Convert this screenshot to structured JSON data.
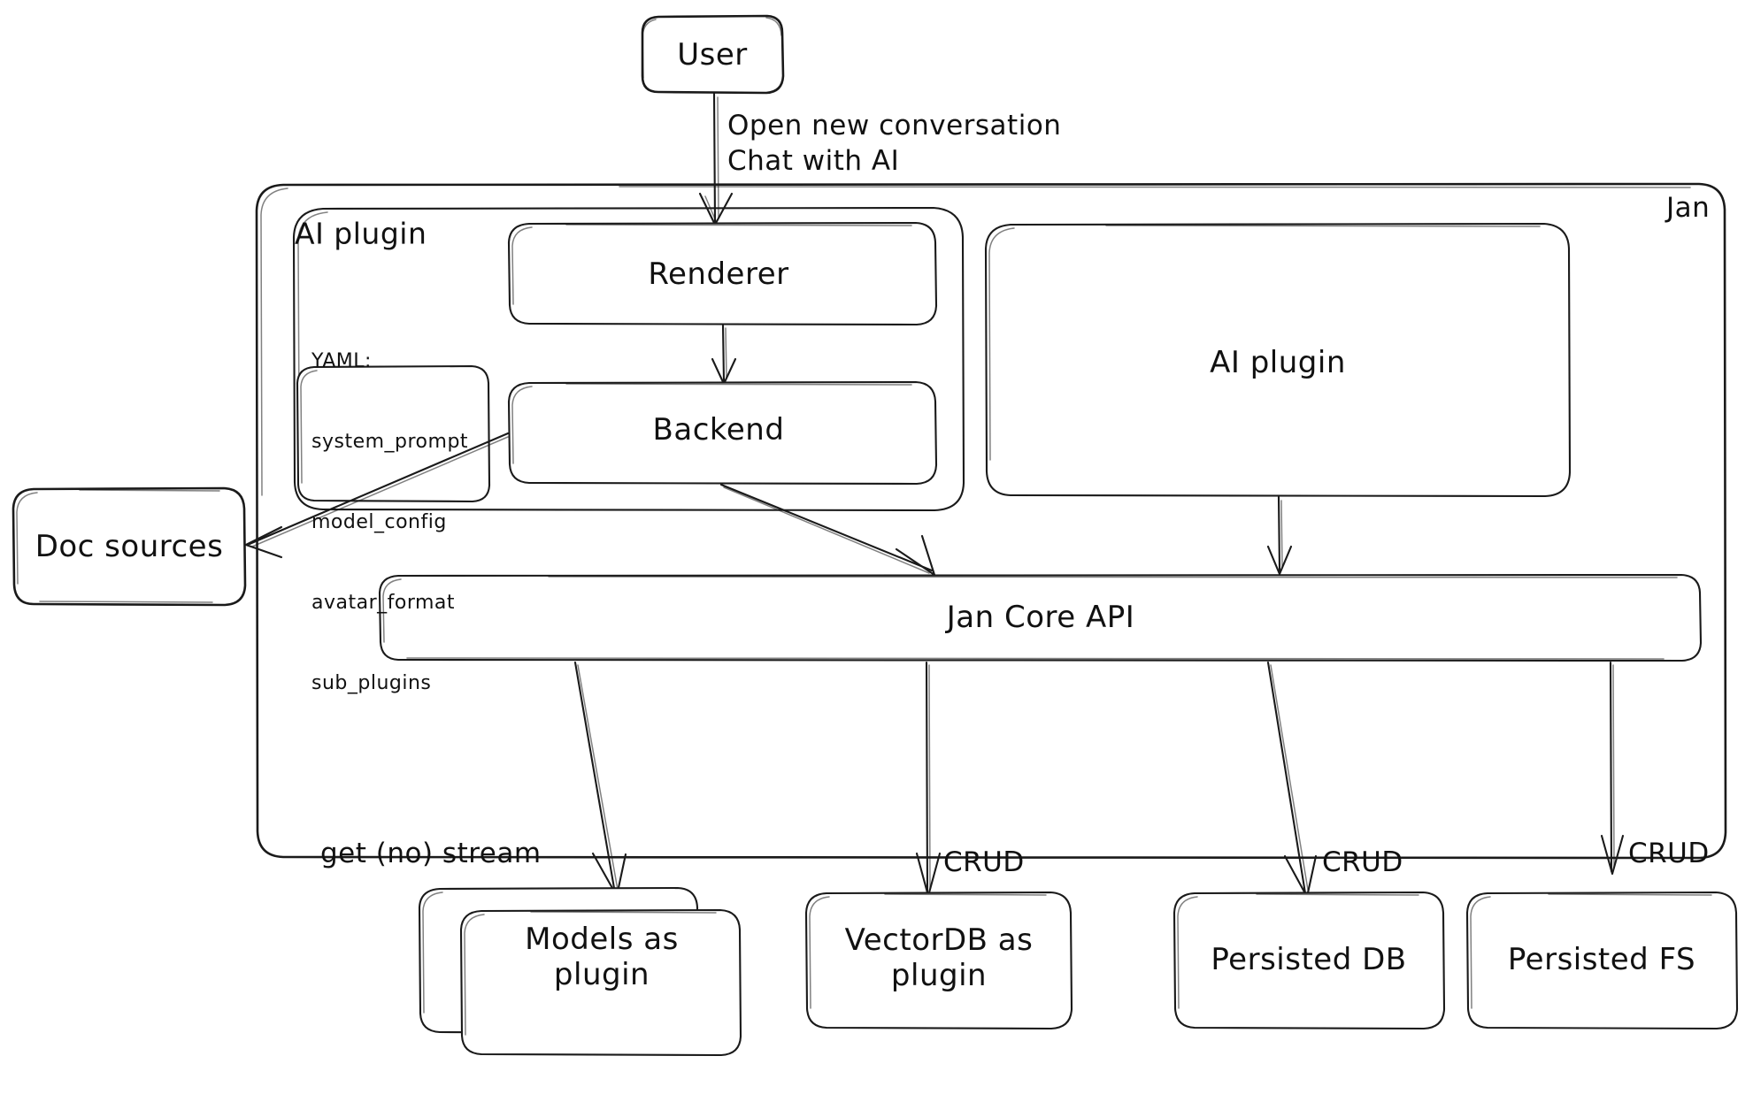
{
  "diagram": {
    "title": "Jan architecture diagram",
    "style": "hand-drawn",
    "stroke_color": "#1a1a1a",
    "background_color": "#ffffff"
  },
  "nodes": {
    "user": {
      "label": "User"
    },
    "jan_container": {
      "label": "Jan"
    },
    "ai_plugin_group": {
      "label": "AI plugin"
    },
    "renderer": {
      "label": "Renderer"
    },
    "backend": {
      "label": "Backend"
    },
    "ai_plugin_box": {
      "label": "AI plugin"
    },
    "doc_sources": {
      "label": "Doc sources"
    },
    "jan_core_api": {
      "label": "Jan Core API"
    },
    "models_as_plugin": {
      "label_line1": "Models as",
      "label_line2": "plugin"
    },
    "vectordb_as_plugin": {
      "label_line1": "VectorDB as",
      "label_line2": "plugin"
    },
    "persisted_db": {
      "label": "Persisted DB"
    },
    "persisted_fs": {
      "label": "Persisted FS"
    }
  },
  "yaml_note": {
    "heading": "YAML:",
    "items": [
      "system_prompt",
      "model_config",
      "avatar_format",
      "sub_plugins"
    ]
  },
  "edges": {
    "user_to_renderer": {
      "line1": "Open new conversation",
      "line2": "Chat with AI"
    },
    "renderer_to_backend": {
      "label": ""
    },
    "backend_to_doc_sources": {
      "label": ""
    },
    "backend_to_core": {
      "label": ""
    },
    "ai_plugin_to_core": {
      "label": ""
    },
    "core_to_models": {
      "label": "get (no) stream"
    },
    "core_to_vectordb": {
      "label": "CRUD"
    },
    "core_to_persisted_db": {
      "label": "CRUD"
    },
    "core_to_persisted_fs": {
      "label": "CRUD"
    }
  }
}
